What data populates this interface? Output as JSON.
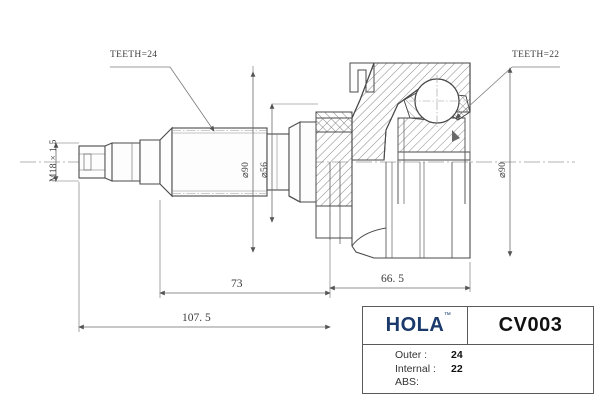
{
  "document": {
    "type": "technical-drawing",
    "subject": "CV joint kit cross-section drawing"
  },
  "annotations": {
    "teeth_left": "TEETH=24",
    "teeth_right": "TEETH=22",
    "thread": "M18 × 1,5",
    "dia_90_left": "⌀90",
    "dia_56": "⌀56",
    "dia_90_right": "⌀90"
  },
  "dimensions": {
    "shaft_length": "73",
    "overall_length": "107. 5",
    "joint_length": "66. 5"
  },
  "title_block": {
    "brand": "HOLA",
    "trademark": "™",
    "part_number": "CV003",
    "specs": [
      {
        "label": "Outer :",
        "value": "24"
      },
      {
        "label": "Internal :",
        "value": "22"
      },
      {
        "label": "ABS:",
        "value": ""
      }
    ]
  },
  "colors": {
    "brand": "#1b3a6b",
    "line": "#5a5a5a",
    "thin_line": "#8a8a8a",
    "center_line": "#9a9a9a",
    "part_text": "#111111"
  }
}
